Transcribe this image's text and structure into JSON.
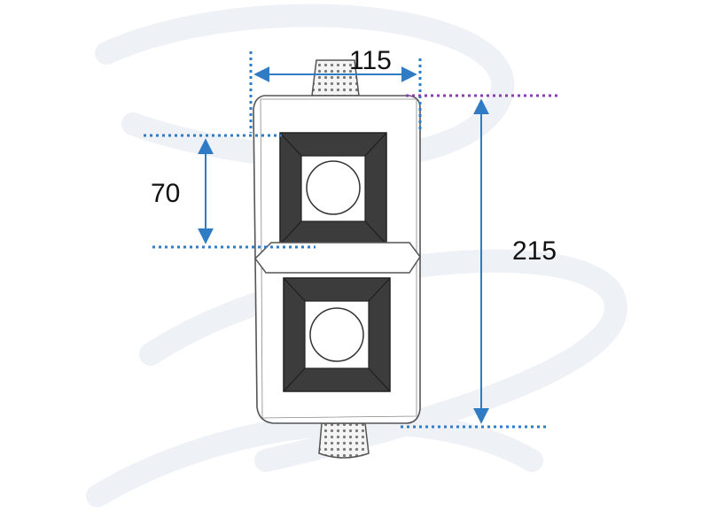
{
  "dimensions": {
    "width_label": "115",
    "height_label": "215",
    "module_label": "70"
  },
  "colors": {
    "dimension_line": "#2f7cc4",
    "reference_line_top": "#8a3fb0",
    "outline": "#555555",
    "frame_dark": "#3c3c3c",
    "frame_light": "#9a9a9a",
    "watermark": "#eef1f5"
  }
}
